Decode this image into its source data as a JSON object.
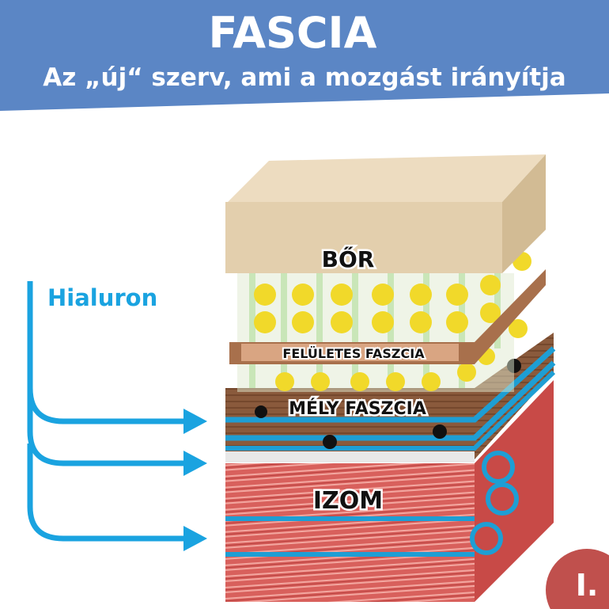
{
  "header": {
    "title": "FASCIA",
    "subtitle": "Az „új“ szerv, ami a mozgást  irányítja",
    "background_color": "#5b86c5"
  },
  "labels": {
    "skin": "BŐR",
    "superficial_fascia": "FELÜLETES FASZCIA",
    "deep_fascia": "MÉLY FASZCIA",
    "muscle": "IZOM"
  },
  "hyaluron": {
    "label": "Hialuron",
    "color": "#1aa3e0"
  },
  "badge": {
    "text": "I.",
    "color": "#c0504d"
  }
}
